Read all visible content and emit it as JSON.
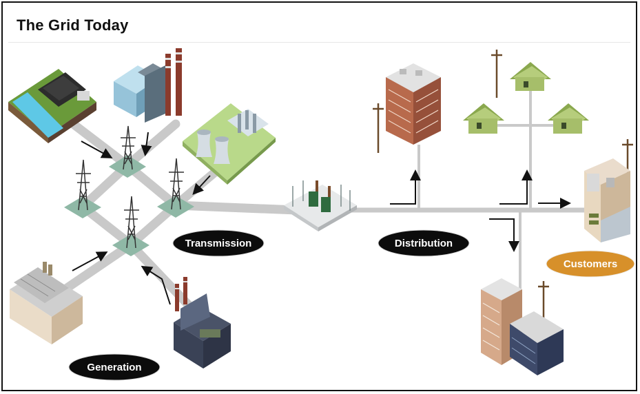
{
  "title": "The Grid Today",
  "labels": {
    "transmission": "Transmission",
    "distribution": "Distribution",
    "customers": "Customers",
    "generation": "Generation"
  },
  "colors": {
    "road": "#c9c9c9",
    "pad": "#8fb8a6",
    "customers_pill": "#d7902a",
    "label_pill": "#0c0c0c",
    "grass": "#7fb04a",
    "house": "#a9c46a"
  },
  "icons": [
    "hydro-plant-icon",
    "coal-plant-icon",
    "nuclear-plant-icon",
    "factory-plant-icon",
    "gas-plant-icon",
    "transmission-tower-icon",
    "substation-icon",
    "office-building-icon",
    "house-icon",
    "utility-pole-icon",
    "industrial-customer-icon",
    "hospital-building-icon"
  ]
}
